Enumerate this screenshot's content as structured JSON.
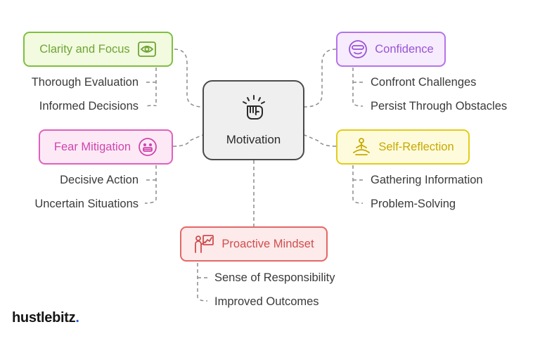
{
  "center": {
    "label": "Motivation",
    "icon": "raised-fist-icon"
  },
  "branches": {
    "clarity": {
      "label": "Clarity and Focus",
      "icon": "eye-icon",
      "color": "#7fbf3f",
      "fill": "#f2fadf",
      "text": "#6fa535",
      "leaves": [
        "Thorough Evaluation",
        "Informed Decisions"
      ]
    },
    "confidence": {
      "label": "Confidence",
      "icon": "cool-face-icon",
      "color": "#b573ea",
      "fill": "#f6ecfd",
      "text": "#9a52d6",
      "leaves": [
        "Confront Challenges",
        "Persist Through Obstacles"
      ]
    },
    "fear": {
      "label": "Fear Mitigation",
      "icon": "grimace-face-icon",
      "color": "#e060c0",
      "fill": "#fde9f6",
      "text": "#cf45ad",
      "leaves": [
        "Decisive Action",
        "Uncertain Situations"
      ]
    },
    "reflection": {
      "label": "Self-Reflection",
      "icon": "meditation-icon",
      "color": "#e3cc19",
      "fill": "#fefbdc",
      "text": "#c7a902",
      "leaves": [
        "Gathering Information",
        "Problem-Solving"
      ]
    },
    "proactive": {
      "label": "Proactive Mindset",
      "icon": "presenter-icon",
      "color": "#e46767",
      "fill": "#fdeaea",
      "text": "#d04d4d",
      "leaves": [
        "Sense of Responsibility",
        "Improved Outcomes"
      ]
    }
  },
  "brand": {
    "name": "hustlebitz",
    "suffix": "."
  }
}
